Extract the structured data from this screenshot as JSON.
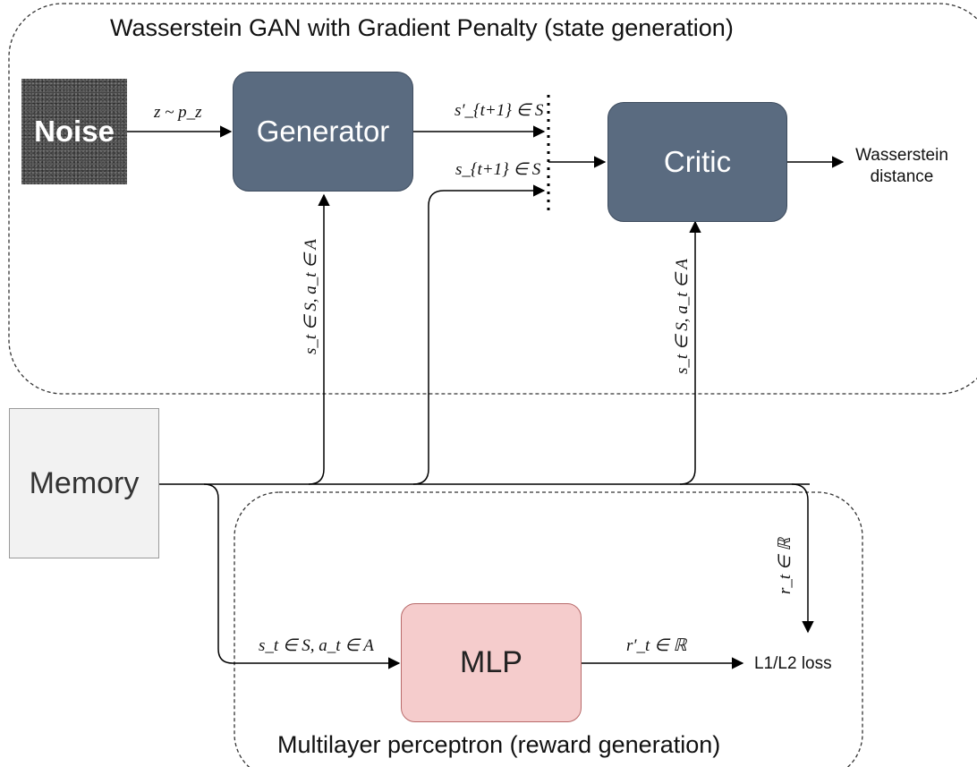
{
  "groups": {
    "wgan_title": "Wasserstein GAN with Gradient Penalty (state generation)",
    "mlp_title": "Multilayer perceptron (reward generation)"
  },
  "nodes": {
    "noise": "Noise",
    "generator": "Generator",
    "critic": "Critic",
    "memory": "Memory",
    "mlp": "MLP"
  },
  "labels": {
    "noise_to_generator": "z ~ p_z",
    "generated_state": "s′_{t+1} ∈ S",
    "real_state": "s_{t+1} ∈ S",
    "generator_input": "s_t ∈ S, a_t ∈ A",
    "critic_input": "s_t ∈ S, a_t ∈ A",
    "mlp_input": "s_t ∈ S, a_t ∈ A",
    "predicted_reward": "r′_t ∈ ℝ",
    "true_reward": "r_t ∈ ℝ",
    "wasserstein_distance_line1": "Wasserstein",
    "wasserstein_distance_line2": "distance",
    "loss": "L1/L2 loss"
  },
  "colors": {
    "dark_box": "#5a6b80",
    "mlp_box": "#f5cccc",
    "memory_box": "#f2f2f2"
  }
}
